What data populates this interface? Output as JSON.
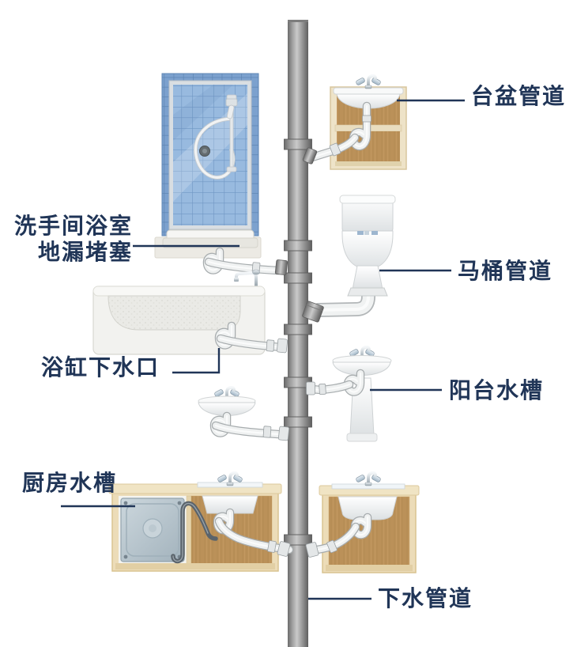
{
  "diagram": {
    "labels": {
      "basin": "台盆管道",
      "shower_line1": "洗手间浴室",
      "shower_line2": "地漏堵塞",
      "toilet": "马桶管道",
      "bathtub": "浴缸下水口",
      "balcony": "阳台水槽",
      "kitchen": "厨房水槽",
      "drain": "下水管道"
    },
    "colors": {
      "background": "#ffffff",
      "label_text": "#203557",
      "leader_line": "#203557",
      "main_pipe": "#8f8f8f",
      "pvc_pipe": "#eff1f1",
      "cabinet_wood": "#bb9159",
      "cabinet_frame": "#ecdcb8",
      "shower_tile": "#98badf",
      "ceramic_white": "#f6f8f8",
      "metal_panel": "#b7c4cc"
    },
    "fixtures": [
      {
        "name": "basin-cabinet",
        "label_key": "basin"
      },
      {
        "name": "shower-room",
        "label_key": "shower"
      },
      {
        "name": "toilet",
        "label_key": "toilet"
      },
      {
        "name": "bathtub",
        "label_key": "bathtub"
      },
      {
        "name": "wall-sink",
        "label_key": ""
      },
      {
        "name": "balcony-sink",
        "label_key": "balcony"
      },
      {
        "name": "kitchen-sink-cabinet",
        "label_key": "kitchen"
      },
      {
        "name": "secondary-sink-cabinet",
        "label_key": ""
      },
      {
        "name": "main-drain-pipe",
        "label_key": "drain"
      }
    ]
  }
}
